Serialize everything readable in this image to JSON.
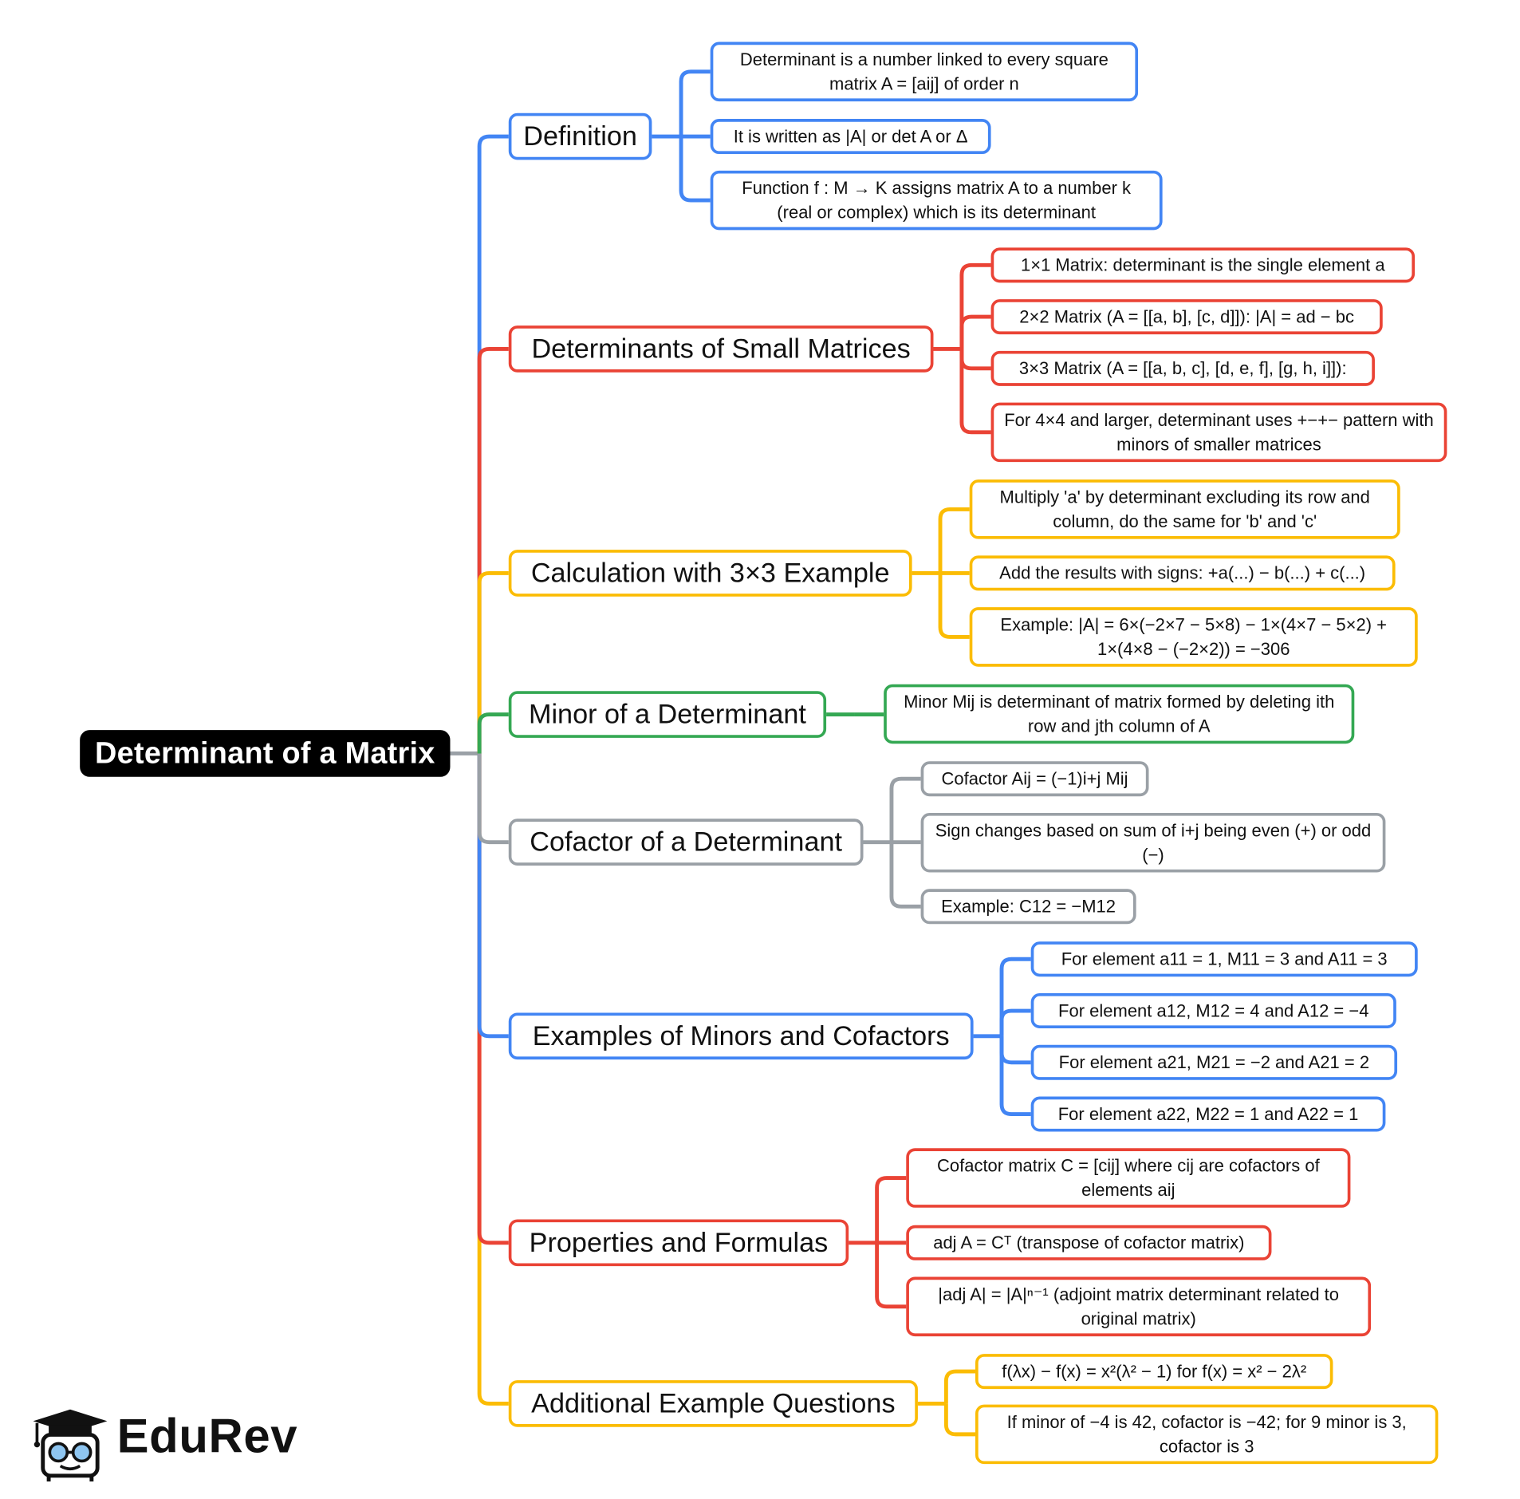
{
  "colors": {
    "blue": "#4285f4",
    "red": "#ea4335",
    "yellow": "#fbbc04",
    "green": "#34a853",
    "gray": "#9aa0a6"
  },
  "root": {
    "label": "Determinant of a Matrix"
  },
  "branches": [
    {
      "id": "definition",
      "color": "blue",
      "label": "Definition",
      "children": [
        "Determinant is a number linked to every square matrix A = [aij] of order n",
        "It is written as |A| or det A or Δ",
        "Function f : M → K assigns matrix A to a number k (real or complex) which is its determinant"
      ]
    },
    {
      "id": "small-matrices",
      "color": "red",
      "label": "Determinants of Small Matrices",
      "children": [
        "1×1 Matrix: determinant is the single element a",
        "2×2 Matrix (A = [[a, b], [c, d]]): |A| = ad − bc",
        "3×3 Matrix (A = [[a, b, c], [d, e, f], [g, h, i]]):",
        "For 4×4 and larger, determinant uses +−+− pattern with minors of smaller matrices"
      ]
    },
    {
      "id": "calculation",
      "color": "yellow",
      "label": "Calculation with 3×3 Example",
      "children": [
        "Multiply 'a' by determinant excluding its row and column, do the same for 'b' and 'c'",
        "Add the results with signs: +a(...) − b(...) + c(...)",
        "Example: |A| = 6×(−2×7 − 5×8) − 1×(4×7 − 5×2) + 1×(4×8 − (−2×2)) = −306"
      ]
    },
    {
      "id": "minor",
      "color": "green",
      "label": "Minor of a Determinant",
      "children": [
        "Minor Mij is determinant of matrix formed by deleting ith row and jth column of A"
      ]
    },
    {
      "id": "cofactor",
      "color": "gray",
      "label": "Cofactor of a Determinant",
      "children": [
        "Cofactor Aij = (−1)i+j Mij",
        "Sign changes based on sum of i+j being even (+) or odd (−)",
        "Example: C12 = −M12"
      ]
    },
    {
      "id": "examples",
      "color": "blue",
      "label": "Examples of Minors and Cofactors",
      "children": [
        "For element a11 = 1, M11 = 3 and A11 = 3",
        "For element a12, M12 = 4 and A12 = −4",
        "For element a21, M21 = −2 and A21 = 2",
        "For element a22, M22 = 1 and A22 = 1"
      ]
    },
    {
      "id": "properties",
      "color": "red",
      "label": "Properties and Formulas",
      "children": [
        "Cofactor matrix C = [cij] where cij are cofactors of elements aij",
        "adj A = Cᵀ (transpose of cofactor matrix)",
        "|adj A| = |A|ⁿ⁻¹ (adjoint matrix determinant related to original matrix)"
      ]
    },
    {
      "id": "additional",
      "color": "yellow",
      "label": "Additional Example Questions",
      "children": [
        "f(λx) − f(x) = x²(λ² − 1) for f(x) = x² − 2λ²",
        "If minor of −4 is 42, cofactor is −42; for 9 minor is 3, cofactor is 3"
      ]
    }
  ],
  "brand": {
    "name": "EduRev",
    "logo_icon": "graduation-cap-owl-icon"
  }
}
